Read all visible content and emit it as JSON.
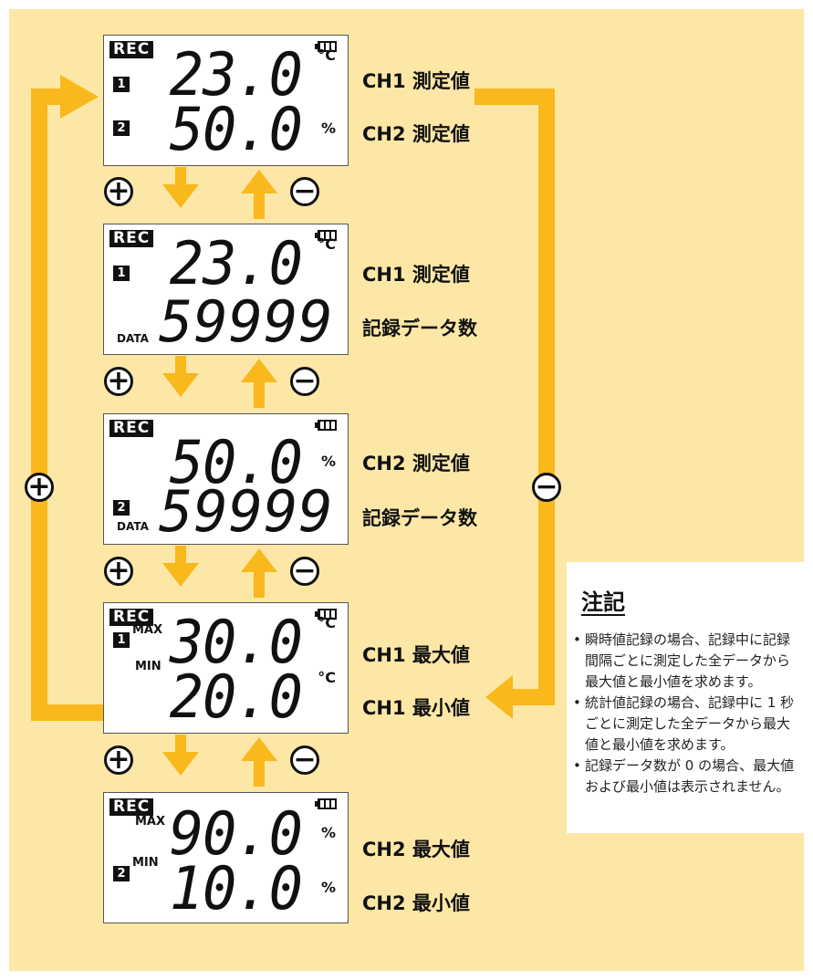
{
  "colors": {
    "background": "#fde7a6",
    "arrow": "#f9b81c",
    "ink": "#111111"
  },
  "panels": [
    {
      "rec": "REC",
      "ch1_badge": "1",
      "ch2_badge": "2",
      "top_value": "23.0",
      "top_unit": "°C",
      "bottom_value": "50.0",
      "bottom_unit": "%"
    },
    {
      "rec": "REC",
      "ch1_badge": "1",
      "data_label": "DATA",
      "top_value": "23.0",
      "top_unit": "°C",
      "bottom_value": "59999"
    },
    {
      "rec": "REC",
      "ch2_badge": "2",
      "data_label": "DATA",
      "top_value": "50.0",
      "top_unit": "%",
      "bottom_value": "59999"
    },
    {
      "rec": "REC",
      "ch1_badge": "1",
      "max_label": "MAX",
      "min_label": "MIN",
      "top_value": "30.0",
      "top_unit": "°C",
      "bottom_value": "20.0",
      "bottom_unit": "°C"
    },
    {
      "rec": "REC",
      "ch2_badge": "2",
      "max_label": "MAX",
      "min_label": "MIN",
      "top_value": "90.0",
      "top_unit": "%",
      "bottom_value": "10.0",
      "bottom_unit": "%"
    }
  ],
  "labels": [
    [
      "CH1 測定値",
      "CH2 測定値"
    ],
    [
      "CH1 測定値",
      "記録データ数"
    ],
    [
      "CH2 測定値",
      "記録データ数"
    ],
    [
      "CH1 最大値",
      "CH1 最小値"
    ],
    [
      "CH2 最大値",
      "CH2 最小値"
    ]
  ],
  "symbols": {
    "plus": "+",
    "minus": "−"
  },
  "note": {
    "title": "注記",
    "items": [
      "瞬時値記録の場合、記録中に記録間隔ごとに測定した全データから最大値と最小値を求めます。",
      "統計値記録の場合、記録中に 1 秒ごとに測定した全データから最大値と最小値を求めます。",
      "記録データ数が 0 の場合、最大値および最小値は表示されません。"
    ]
  }
}
